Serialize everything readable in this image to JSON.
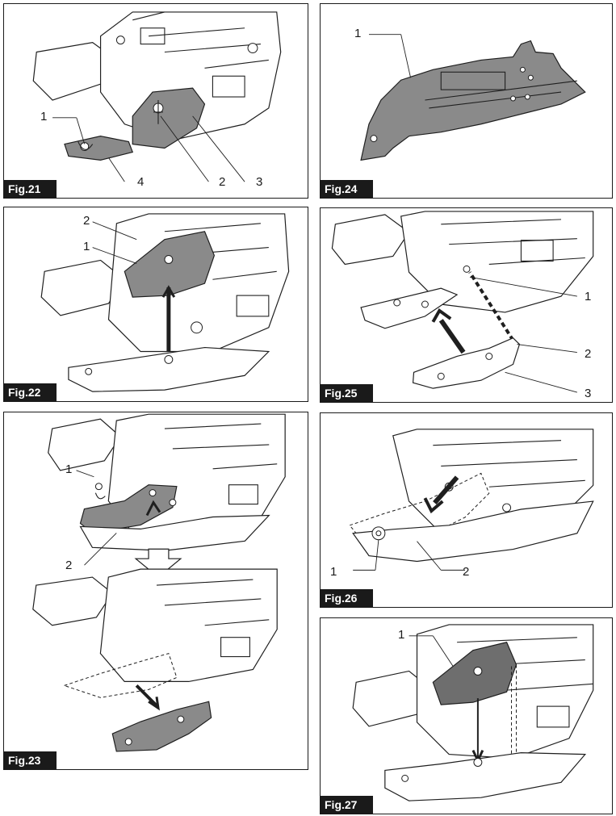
{
  "figures": {
    "fig21": {
      "label": "Fig.21",
      "callouts": [
        "1",
        "4",
        "2",
        "3"
      ]
    },
    "fig22": {
      "label": "Fig.22",
      "callouts": [
        "2",
        "1"
      ]
    },
    "fig23": {
      "label": "Fig.23",
      "callouts": [
        "1",
        "2"
      ]
    },
    "fig24": {
      "label": "Fig.24",
      "callouts": [
        "1"
      ]
    },
    "fig25": {
      "label": "Fig.25",
      "callouts": [
        "1",
        "2",
        "3"
      ]
    },
    "fig26": {
      "label": "Fig.26",
      "callouts": [
        "1",
        "2"
      ]
    },
    "fig27": {
      "label": "Fig.27",
      "callouts": [
        "1"
      ]
    }
  },
  "colors": {
    "frame": "#1a1a1a",
    "part_fill": "#8a8a8a",
    "label_bg": "#1a1a1a",
    "label_text": "#ffffff"
  }
}
